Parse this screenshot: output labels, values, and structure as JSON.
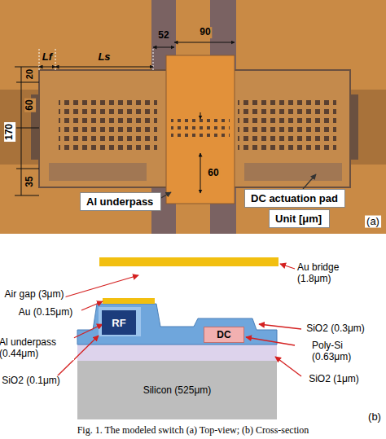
{
  "diagram": {
    "caption": "Fig. 1. The modeled switch (a) Top-view; (b) Cross-section",
    "nodes": [
      {
        "text": [
          "Al underpass"
        ]
      },
      {
        "text": [
          "DC actuation pad"
        ]
      },
      {
        "text": [
          "Unit [μm]"
        ]
      },
      {
        "text": [
          "RF"
        ]
      },
      {
        "text": [
          "DC"
        ]
      },
      {
        "text": [
          "Silicon (525μm)"
        ]
      }
    ],
    "labels": [
      "Lf",
      "Ls",
      "52",
      "90",
      "20",
      "170",
      "60",
      "35",
      "60",
      "(a)",
      "Au bridge (1.8μm)",
      "Air gap (3μm)",
      "Au (0.15μm)",
      "Al underpass (0.44μm)",
      "SiO2 (0.1μm)",
      "SiO2 (0.3μm)",
      "Poly-Si (0.63μm)",
      "SiO2 (1μm)",
      "(b)"
    ]
  }
}
